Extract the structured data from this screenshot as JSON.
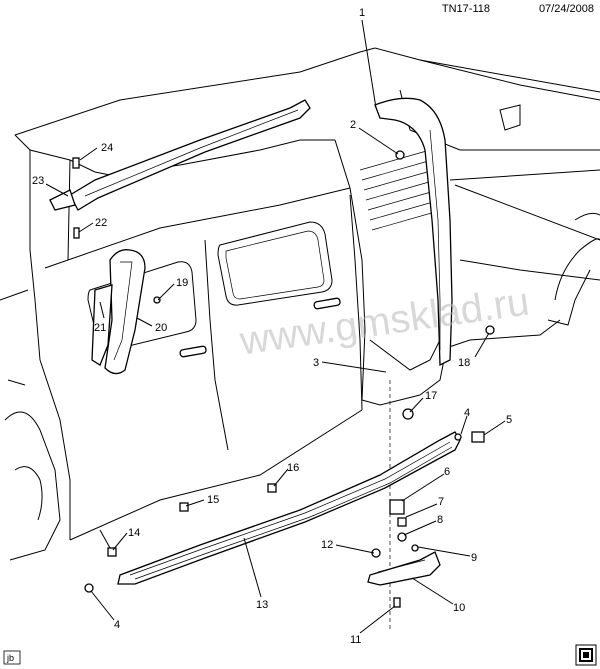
{
  "header": {
    "code": "TN17-118",
    "date": "07/24/2008"
  },
  "watermark": "www.gmsklad.ru",
  "corner_tag": "jb",
  "callouts": [
    {
      "id": "c1",
      "label": "1"
    },
    {
      "id": "c2",
      "label": "2"
    },
    {
      "id": "c3",
      "label": "3"
    },
    {
      "id": "c4a",
      "label": "4"
    },
    {
      "id": "c4b",
      "label": "4"
    },
    {
      "id": "c5",
      "label": "5"
    },
    {
      "id": "c6",
      "label": "6"
    },
    {
      "id": "c7",
      "label": "7"
    },
    {
      "id": "c8",
      "label": "8"
    },
    {
      "id": "c9",
      "label": "9"
    },
    {
      "id": "c10",
      "label": "10"
    },
    {
      "id": "c11",
      "label": "11"
    },
    {
      "id": "c12",
      "label": "12"
    },
    {
      "id": "c13",
      "label": "13"
    },
    {
      "id": "c14",
      "label": "14"
    },
    {
      "id": "c15",
      "label": "15"
    },
    {
      "id": "c16",
      "label": "16"
    },
    {
      "id": "c17",
      "label": "17"
    },
    {
      "id": "c18",
      "label": "18"
    },
    {
      "id": "c19",
      "label": "19"
    },
    {
      "id": "c20",
      "label": "20"
    },
    {
      "id": "c21",
      "label": "21"
    },
    {
      "id": "c22",
      "label": "22"
    },
    {
      "id": "c23",
      "label": "23"
    },
    {
      "id": "c24",
      "label": "24"
    }
  ]
}
